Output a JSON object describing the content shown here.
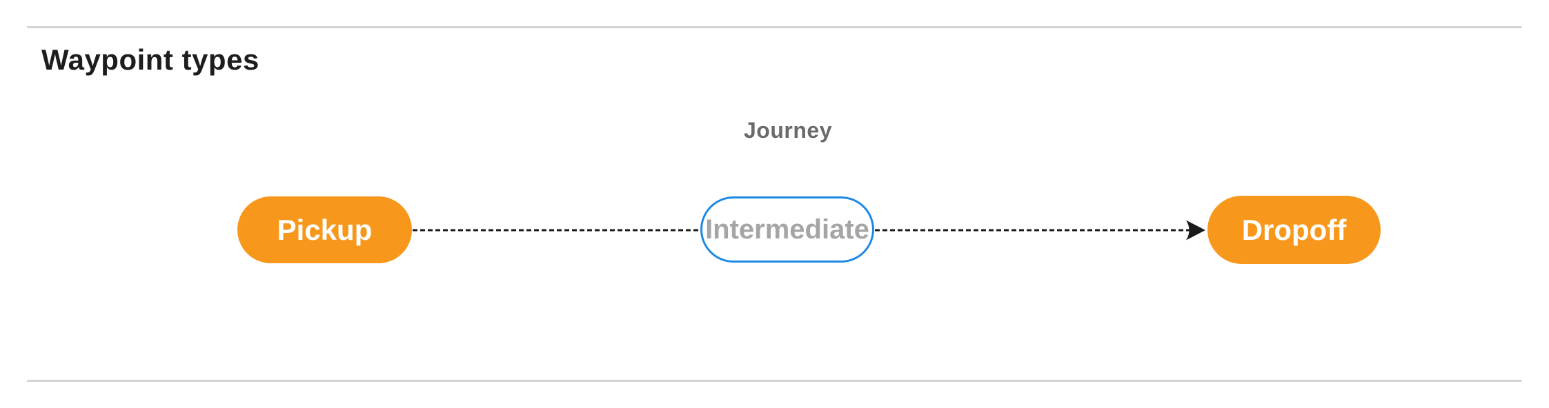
{
  "page": {
    "heading": "Waypoint types"
  },
  "diagram": {
    "title": "Journey",
    "nodes": [
      {
        "id": "pickup",
        "label": "Pickup",
        "type": "terminal"
      },
      {
        "id": "intermediate",
        "label": "Intermediate",
        "type": "intermediate"
      },
      {
        "id": "dropoff",
        "label": "Dropoff",
        "type": "terminal"
      }
    ],
    "edges": [
      {
        "from": "pickup",
        "to": "intermediate",
        "style": "dashed",
        "arrowhead": false
      },
      {
        "from": "intermediate",
        "to": "dropoff",
        "style": "dashed",
        "arrowhead": true
      }
    ]
  },
  "theme": {
    "heading_text": "#1d1d1d",
    "title_text": "#6a6a6a",
    "divider": "#d4d4d4",
    "waypoint_fill": "#f7981d",
    "waypoint_text": "#ffffff",
    "intermediate_border": "#1e88e5",
    "intermediate_text": "#a5a5a5",
    "connector": "#1a1a1a"
  }
}
